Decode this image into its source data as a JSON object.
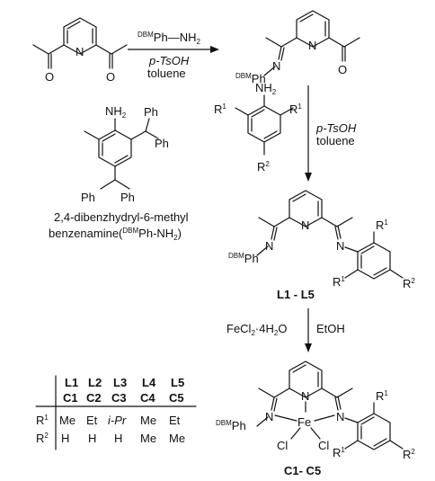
{
  "reagent": {
    "amine": "DBMPh-NH2",
    "catalyst": "p-TsOH",
    "solvent": "toluene",
    "full_name_line1": "2,4-dibenzhydryl-6-methyl",
    "full_name_line2": "benzenamine(DBMPh-NH2)"
  },
  "step2": {
    "catalyst": "p-TsOH",
    "solvent": "toluene"
  },
  "step3": {
    "reagent": "FeCl2·4H2O",
    "solvent": "EtOH"
  },
  "labels": {
    "ligands": "L1 - L5",
    "complexes": "C1- C5"
  },
  "atoms": {
    "N": "N",
    "Fe": "Fe",
    "Cl": "Cl",
    "O": "O",
    "Ph": "Ph",
    "NH2": "NH2",
    "R1": "R1",
    "R2": "R2",
    "DBMPh": "DBMPh"
  },
  "table": {
    "headers_ligand": [
      "L1",
      "L2",
      "L3",
      "L4",
      "L5"
    ],
    "headers_complex": [
      "C1",
      "C2",
      "C3",
      "C4",
      "C5"
    ],
    "rows": [
      {
        "label": "R1",
        "values": [
          "Me",
          "Et",
          "i-Pr",
          "Me",
          "Et"
        ]
      },
      {
        "label": "R2",
        "values": [
          "H",
          "H",
          "H",
          "Me",
          "Me"
        ]
      }
    ]
  }
}
